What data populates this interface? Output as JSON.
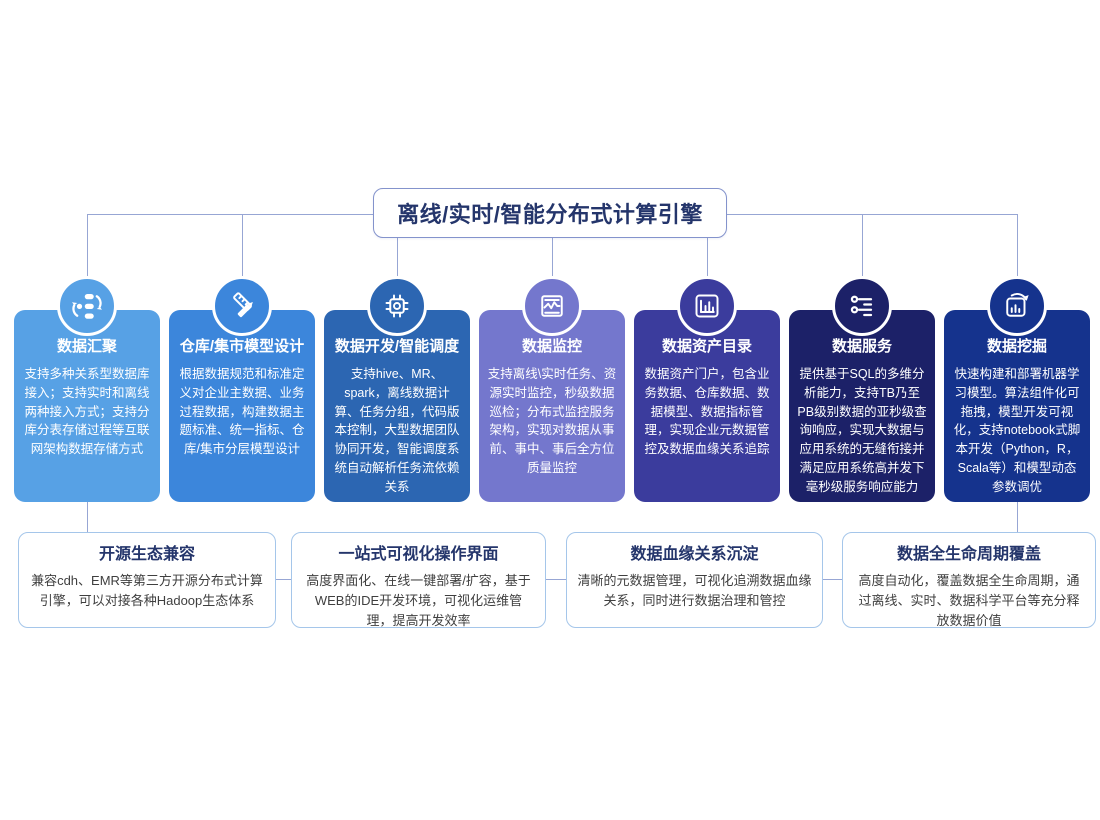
{
  "title": "离线/实时/智能分布式计算引擎",
  "colors": {
    "connector_line": "#97a6d4",
    "title_text": "#24356b",
    "feature_border": "#a5c6ea",
    "card_text": "#ffffff"
  },
  "pillars": [
    {
      "title": "数据汇聚",
      "icon": "data-sync-icon",
      "color": "#57a1e5",
      "desc": "支持多种关系型数据库接入；支持实时和离线两种接入方式；支持分库分表存储过程等互联网架构数据存储方式"
    },
    {
      "title": "仓库/集市模型设计",
      "icon": "design-tools-icon",
      "color": "#3c86db",
      "desc": "根据数据规范和标准定义对企业主数据、业务过程数据，构建数据主题标准、统一指标、仓库/集市分层模型设计"
    },
    {
      "title": "数据开发/智能调度",
      "icon": "cpu-chip-icon",
      "color": "#2c66b2",
      "desc": "支持hive、MR、spark，离线数据计算、任务分组，代码版本控制，大型数据团队协同开发，智能调度系统自动解析任务流依赖关系"
    },
    {
      "title": "数据监控",
      "icon": "monitor-pulse-icon",
      "color": "#7477cd",
      "desc": "支持离线\\实时任务、资源实时监控，秒级数据巡检；分布式监控服务架构，实现对数据从事前、事中、事后全方位质量监控"
    },
    {
      "title": "数据资产目录",
      "icon": "bar-chart-icon",
      "color": "#3b3c9d",
      "desc": "数据资产门户，包含业务数据、仓库数据、数据模型、数据指标管理，实现企业元数据管控及数据血缘关系追踪"
    },
    {
      "title": "数据服务",
      "icon": "sliders-icon",
      "color": "#1c2168",
      "desc": "提供基于SQL的多维分析能力，支持TB乃至PB级别数据的亚秒级查询响应，实现大数据与应用系统的无缝衔接并满足应用系统高并发下毫秒级服务响应能力"
    },
    {
      "title": "数据挖掘",
      "icon": "chart-growth-icon",
      "color": "#15338d",
      "desc": "快速构建和部署机器学习模型。算法组件化可拖拽，模型开发可视化，支持notebook式脚本开发（Python，R，Scala等）和模型动态参数调优"
    }
  ],
  "features": [
    {
      "title": "开源生态兼容",
      "desc": "兼容cdh、EMR等第三方开源分布式计算引擎，可以对接各种Hadoop生态体系"
    },
    {
      "title": "一站式可视化操作界面",
      "desc": "高度界面化、在线一键部署/扩容，基于WEB的IDE开发环境，可视化运维管理，提高开发效率"
    },
    {
      "title": "数据血缘关系沉淀",
      "desc": "清晰的元数据管理，可视化追溯数据血缘关系，同时进行数据治理和管控"
    },
    {
      "title": "数据全生命周期覆盖",
      "desc": "高度自动化，覆盖数据全生命周期，通过离线、实时、数据科学平台等充分释放数据价值"
    }
  ]
}
